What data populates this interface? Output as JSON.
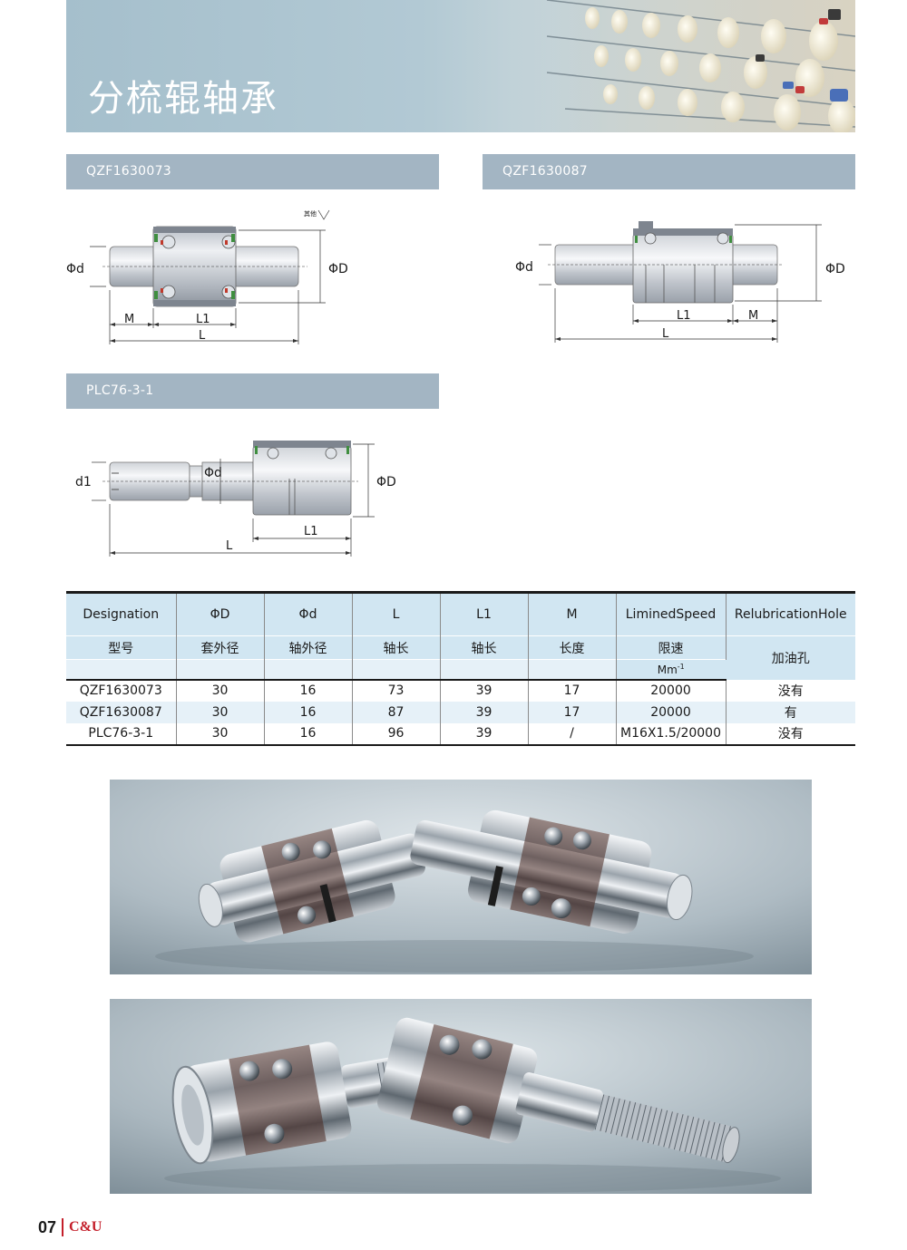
{
  "header": {
    "title": "分梳辊轴承"
  },
  "sections": [
    {
      "title": "QZF1630073"
    },
    {
      "title": "QZF1630087"
    },
    {
      "title": "PLC76-3-1"
    }
  ],
  "drawings": {
    "qzf73": {
      "d": "Φd",
      "D": "ΦD",
      "m": "M",
      "l1": "L1",
      "l": "L",
      "note": "其他"
    },
    "qzf87": {
      "d": "Φd",
      "D": "ΦD",
      "m": "M",
      "l1": "L1",
      "l": "L"
    },
    "plc": {
      "d1": "d1",
      "d": "Φd",
      "D": "ΦD",
      "l1": "L1",
      "l": "L"
    }
  },
  "table": {
    "headers_en": [
      "Designation",
      "ΦD",
      "Φd",
      "L",
      "L1",
      "M",
      "LiminedSpeed",
      "RelubricationHole"
    ],
    "headers_cn": [
      "型号",
      "套外径",
      "轴外径",
      "轴长",
      "轴长",
      "长度",
      "限速",
      "加油孔"
    ],
    "unit_speed": "Mm",
    "unit_speed_exp": "-1",
    "rows": [
      [
        "QZF1630073",
        "30",
        "16",
        "73",
        "39",
        "17",
        "20000",
        "没有"
      ],
      [
        "QZF1630087",
        "30",
        "16",
        "87",
        "39",
        "17",
        "20000",
        "有"
      ],
      [
        "PLC76-3-1",
        "30",
        "16",
        "96",
        "39",
        "/",
        "M16X1.5/20000",
        "没有"
      ]
    ]
  },
  "footer": {
    "page_number": "07",
    "logo": "C&U"
  },
  "colors": {
    "section_bar": "#a3b5c3",
    "table_header": "#d1e6f2",
    "table_alt": "#e6f1f8",
    "brand_red": "#c41e2a"
  }
}
